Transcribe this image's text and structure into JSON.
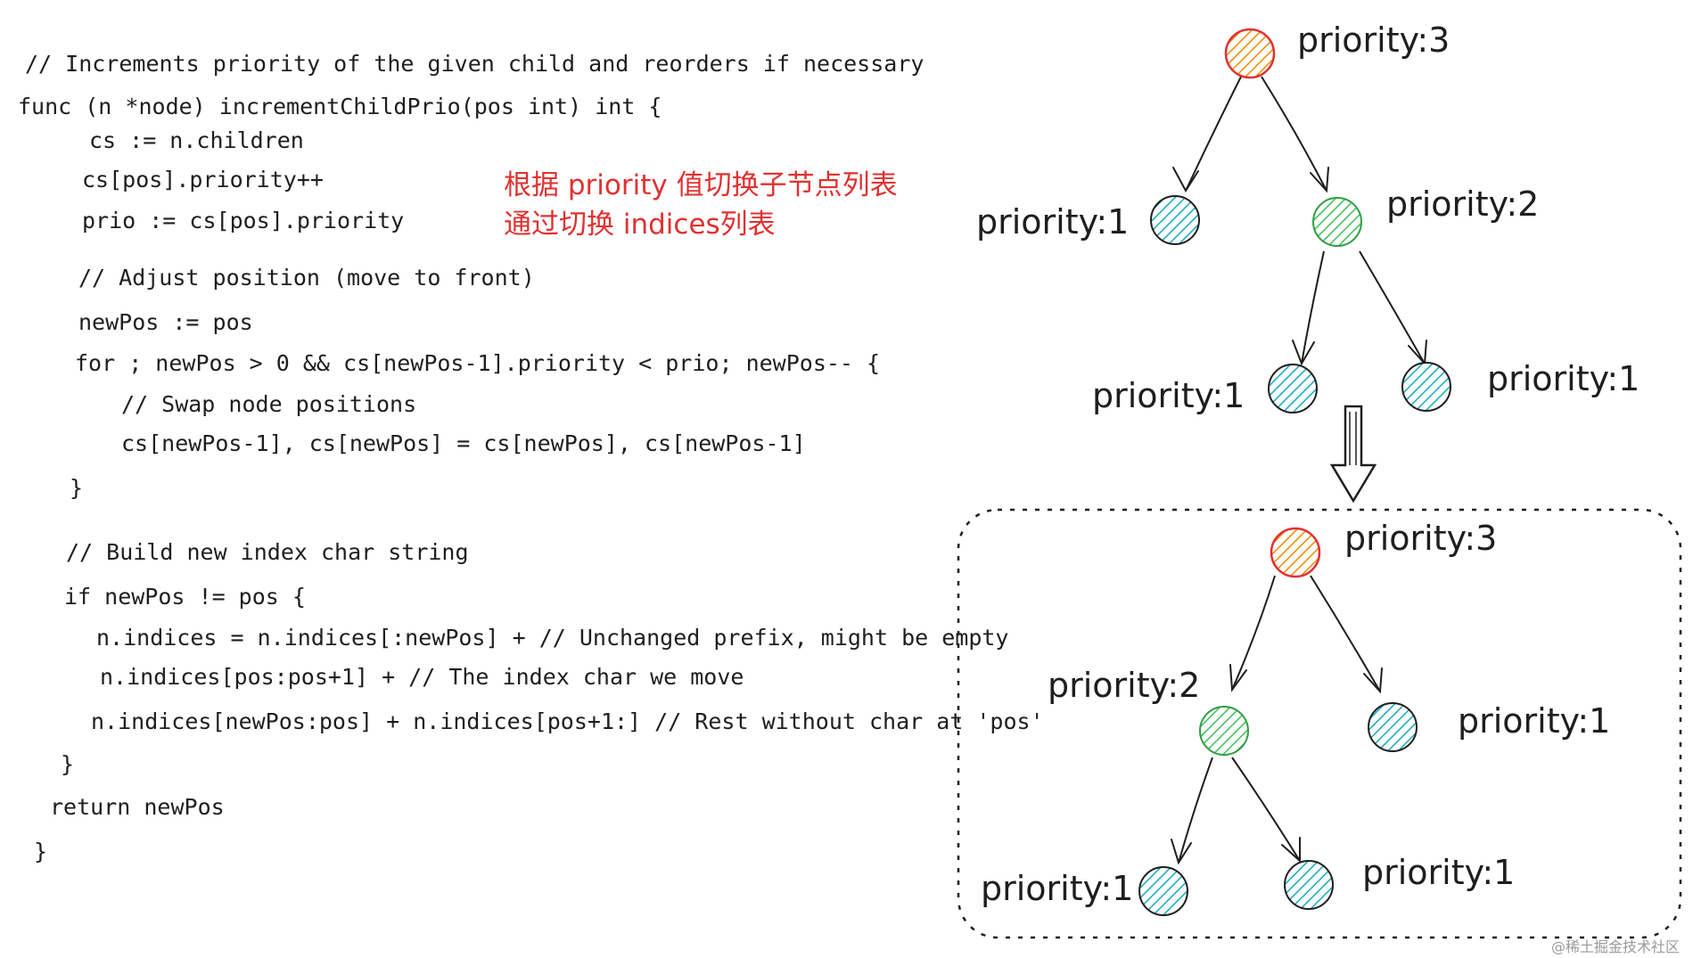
{
  "code_lines": [
    "// Increments priority of the given child and reorders if necessary",
    "func (n *node) incrementChildPrio(pos int) int {",
    "cs := n.children",
    "cs[pos].priority++",
    "prio := cs[pos].priority",
    "// Adjust position (move to front)",
    "newPos := pos",
    "for ; newPos > 0 && cs[newPos-1].priority < prio; newPos-- {",
    "// Swap node positions",
    "cs[newPos-1], cs[newPos] = cs[newPos], cs[newPos-1]",
    "}",
    "// Build new index char string",
    "if newPos != pos {",
    "n.indices = n.indices[:newPos] + // Unchanged prefix, might be empty",
    "n.indices[pos:pos+1] + // The index char we move",
    "n.indices[newPos:pos] + n.indices[pos+1:] // Rest without char at 'pos'",
    "}",
    "return newPos",
    "}"
  ],
  "annotation": {
    "line1": "根据 priority 值切换子节点列表",
    "line2": "通过切换 indices列表"
  },
  "tree_before": {
    "root": "priority:3",
    "left": "priority:1",
    "right": "priority:2",
    "right_left": "priority:1",
    "right_right": "priority:1"
  },
  "tree_after": {
    "root": "priority:3",
    "left": "priority:2",
    "right": "priority:1",
    "left_left": "priority:1",
    "left_right": "priority:1"
  },
  "colors": {
    "root_fill": "#f08c00",
    "root_stroke": "#e03131",
    "mid_fill": "#40c057",
    "mid_stroke": "#2f9e44",
    "leaf_fill": "#15aabf",
    "leaf_stroke": "#1e1e1e",
    "annotation": "#e03131"
  },
  "watermark": "@稀土掘金技术社区"
}
